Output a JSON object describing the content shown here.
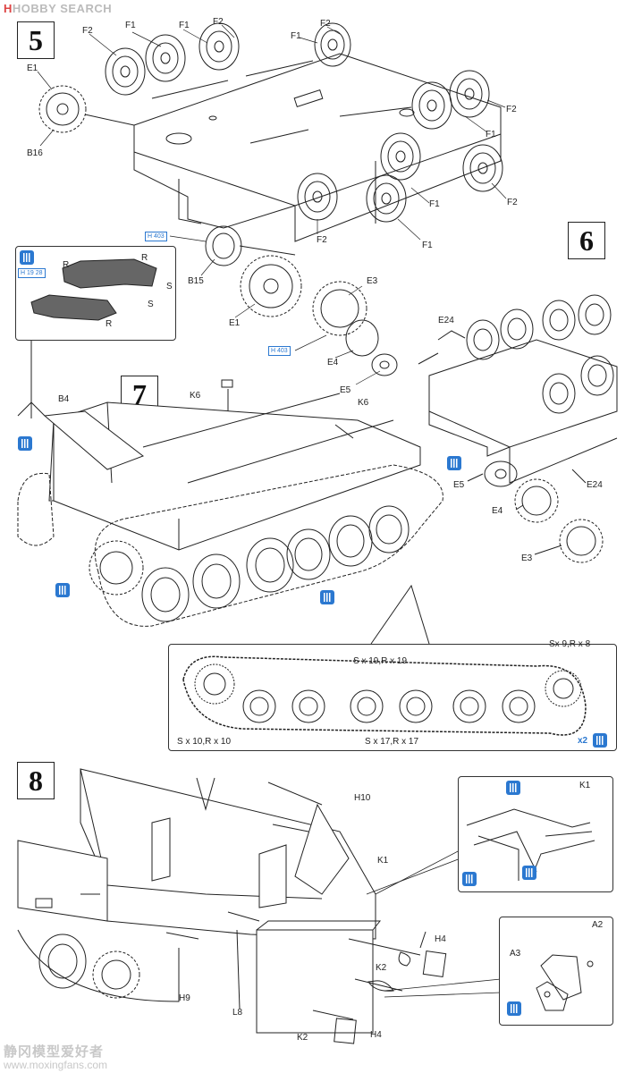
{
  "header": {
    "site_name": "HOBBY SEARCH",
    "logo_mark": "H"
  },
  "steps": {
    "s5": "5",
    "s6": "6",
    "s7": "7",
    "s8": "8"
  },
  "labels": {
    "s5": [
      "F2",
      "F1",
      "F1",
      "F2",
      "F1",
      "F2",
      "E1",
      "B16",
      "F2",
      "F1",
      "F2",
      "F1",
      "F2",
      "F1",
      "B15",
      "E1",
      "E3",
      "E4",
      "E5"
    ],
    "s6": [
      "E24",
      "E24",
      "E5",
      "E4",
      "E3"
    ],
    "s7": [
      "B4",
      "K6",
      "K6",
      "R",
      "R",
      "S",
      "S",
      "R"
    ],
    "s8": [
      "H10",
      "K1",
      "K1",
      "H4",
      "K2",
      "K2",
      "H4",
      "L8",
      "H9",
      "A2",
      "A3"
    ]
  },
  "part_refs": {
    "h403a": "H 403",
    "h403b": "H 403",
    "h1928": "H 19 28"
  },
  "track_panel": {
    "top_count": "S x 19,R x 19",
    "right_count": "Sx 9,R x 8",
    "bottom_left_count": "S x 10,R x 10",
    "bottom_count": "S x 17,R x 17",
    "multiplier": "x2"
  },
  "icons": {
    "glue": "glue-brush-icon",
    "cement": "cement-icon"
  },
  "watermark": {
    "text": "静冈模型爱好者",
    "url": "www.moxingfans.com"
  },
  "colors": {
    "line": "#222222",
    "accent_blue": "#2b78d0",
    "watermark_gray": "#c8c8c8"
  }
}
